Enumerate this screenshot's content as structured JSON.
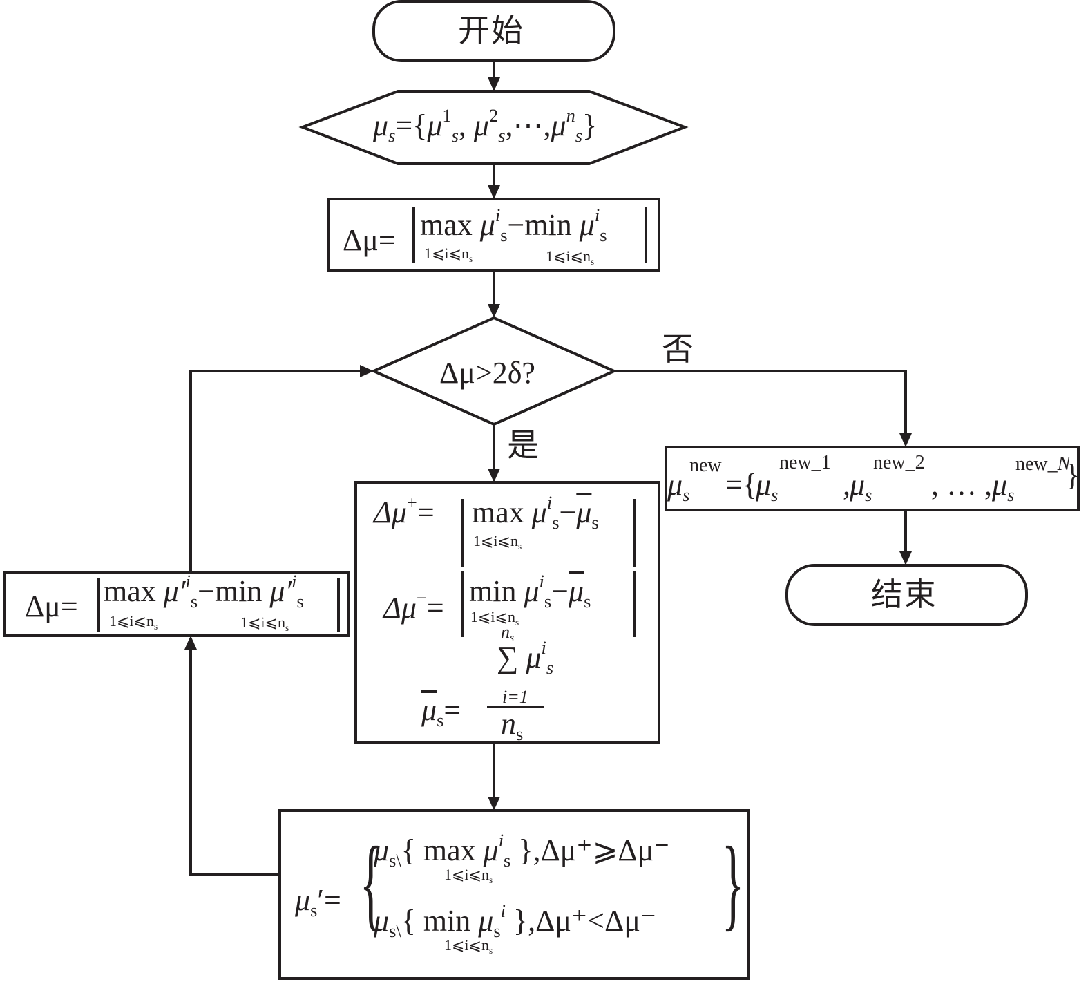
{
  "diagram": {
    "type": "flowchart",
    "nodes": {
      "start": {
        "label": "开始",
        "shape": "rounded-rect"
      },
      "input": {
        "label": "μs={μs1, μs2,⋯,μsn}",
        "shape": "hexagon",
        "parts": {
          "lhs": "μ",
          "lhs_sub": "s",
          "eq": "={",
          "t1": "μ",
          "t1_sup": "1",
          "t1_sub": "s",
          "sep1": ", ",
          "t2": "μ",
          "t2_sup": "2",
          "t2_sub": "s",
          "dots": ",⋯,",
          "tn": "μ",
          "tn_sup": "n",
          "tn_sub": "s",
          "close": "}"
        }
      },
      "delta_init": {
        "label": "Δμ=|max μsi − min μsi|",
        "shape": "rect",
        "parts": {
          "lhs": "Δμ=",
          "max": "max",
          "mu": "μ",
          "sup": "i",
          "sub": "s",
          "minus": "−",
          "min": "min",
          "range": "1⩽i⩽n",
          "range_sub": "s"
        }
      },
      "decision": {
        "label": "Δμ>2δ?",
        "shape": "diamond"
      },
      "compute": {
        "label": "Δμ+=|max μsi − μ̄s|; Δμ−=|min μsi − μ̄s|; μ̄s=Σ(i=1..ns) μsi / ns",
        "shape": "rect",
        "parts": {
          "plus_lhs": "Δμ",
          "plus_sup": "+",
          "minus_lhs": "Δμ",
          "minus_sup": "−",
          "eq": "=",
          "max": "max",
          "min": "min",
          "mu": "μ",
          "sup": "i",
          "sub": "s",
          "dash": "−",
          "range": "1⩽i⩽n",
          "range_sub": "s",
          "mean_lhs": "μ",
          "mean_sub": "s",
          "sum": "∑",
          "sum_top": "n",
          "sum_top_sub": "s",
          "sum_bottom": "i=1",
          "den": "n",
          "den_sub": "s"
        }
      },
      "update": {
        "label": "μs′ = { μs\\{max μsi}, Δμ+⩾Δμ− ; μs\\{min μsi}, Δμ+<Δμ− }",
        "shape": "rect",
        "parts": {
          "lhs": "μ",
          "lhs_sub": "s",
          "prime_eq": "′=",
          "set_minus": "\\",
          "open": "{",
          "close": "}",
          "max": "max",
          "min": "min",
          "mu": "μ",
          "sup": "i",
          "sub": "s",
          "range": "1⩽i⩽n",
          "range_sub": "s",
          "cond1": ",Δμ⁺⩾Δμ⁻",
          "cond2": ",Δμ⁺<Δμ⁻"
        }
      },
      "delta_recalc": {
        "label": "Δμ=|max μ′si − min μ′si|",
        "shape": "rect",
        "parts": {
          "lhs": "Δμ=",
          "max": "max",
          "min": "min",
          "mu": "μ",
          "prime": "′",
          "sup": "i",
          "sub": "s",
          "minus": "−",
          "range": "1⩽i⩽n",
          "range_sub": "s"
        }
      },
      "output": {
        "label": "μsnew={μsnew_1,μsnew_2,…,μsnew_N}",
        "shape": "rect",
        "parts": {
          "mu": "μ",
          "sub": "s",
          "sup0": "new",
          "eq": "={",
          "sup1": "new_1",
          "sup2": "new_2",
          "supN_pre": "new_",
          "supN": "N",
          "comma": ",",
          "dots": ", … ,",
          "close": "}"
        }
      },
      "end": {
        "label": "结束",
        "shape": "rounded-rect"
      }
    },
    "edges": [
      {
        "from": "start",
        "to": "input",
        "label": ""
      },
      {
        "from": "input",
        "to": "delta_init",
        "label": ""
      },
      {
        "from": "delta_init",
        "to": "decision",
        "label": ""
      },
      {
        "from": "decision",
        "to": "compute",
        "label": "是"
      },
      {
        "from": "decision",
        "to": "output",
        "label": "否"
      },
      {
        "from": "compute",
        "to": "update",
        "label": ""
      },
      {
        "from": "update",
        "to": "delta_recalc",
        "label": ""
      },
      {
        "from": "delta_recalc",
        "to": "decision",
        "label": ""
      },
      {
        "from": "output",
        "to": "end",
        "label": ""
      }
    ],
    "branch_labels": {
      "yes": "是",
      "no": "否"
    }
  }
}
